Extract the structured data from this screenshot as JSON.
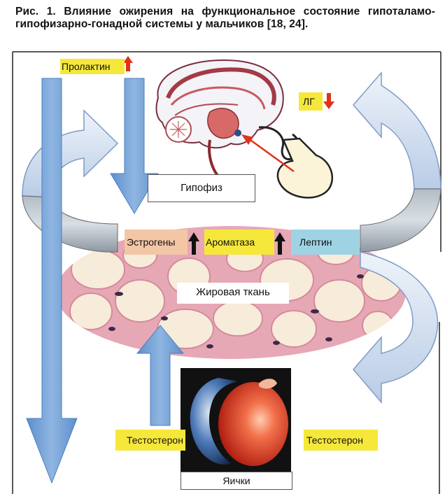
{
  "caption": "Рис. 1. Влияние ожирения на функциональное состояние гипоталамо-гипофизарно-гонадной системы у мальчиков [18, 24].",
  "labels": {
    "prolactin": "Пролактин",
    "lg": "ЛГ",
    "pituitary": "Гипофиз",
    "estrogens": "Эстрогены",
    "aromatase": "Ароматаза",
    "leptin": "Лептин",
    "adipose": "Жировая ткань",
    "testosterone_left": "Тестостерон",
    "testosterone_right": "Тестостерон",
    "testes": "Яички"
  },
  "directions": {
    "prolactin": "up",
    "lg": "down",
    "estrogens": "up",
    "aromatase": "up",
    "leptin": "up",
    "testosterone_left": "down",
    "testosterone_right": "down"
  },
  "colors": {
    "arrow_blue": "#6f9fd5",
    "arrow_light": "#dce7f5",
    "red_indicator": "#e2321b",
    "label_yellow": "#f6e83a",
    "estrogen_bg": "#f3c6a6",
    "leptin_bg": "#9fd3e4",
    "adipose_pink": "#e7a8b6",
    "fat_cell": "#f7ecd9"
  },
  "icons": [
    "brain-sagittal-illustration",
    "pituitary-gland-illustration",
    "adipose-tissue-micrograph",
    "testis-illustration",
    "red-up-arrow-icon",
    "red-down-arrow-icon",
    "black-up-arrow-icon"
  ]
}
